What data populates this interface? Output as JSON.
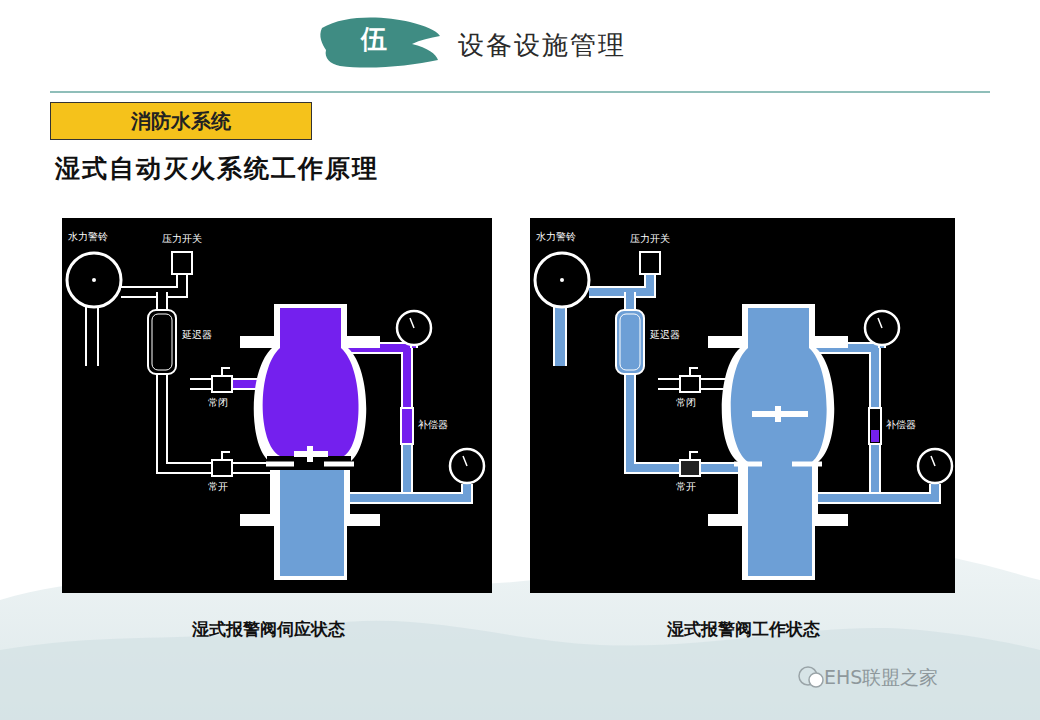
{
  "diagram": {
    "title": "设备设施管理",
    "nodes": [
      {
        "text": [
          "伍"
        ]
      },
      {
        "text": [
          "消防水系统"
        ]
      }
    ],
    "labels": [
      "湿式自动灭火系统工作原理",
      "水力警铃",
      "压力开关",
      "延迟器",
      "常闭",
      "补偿器",
      "常开",
      "水力警铃",
      "压力开关",
      "延迟器",
      "常闭",
      "补偿器",
      "常开",
      "湿式报警阀伺应状态",
      "湿式报警阀工作状态",
      "EHS联盟之家"
    ]
  }
}
